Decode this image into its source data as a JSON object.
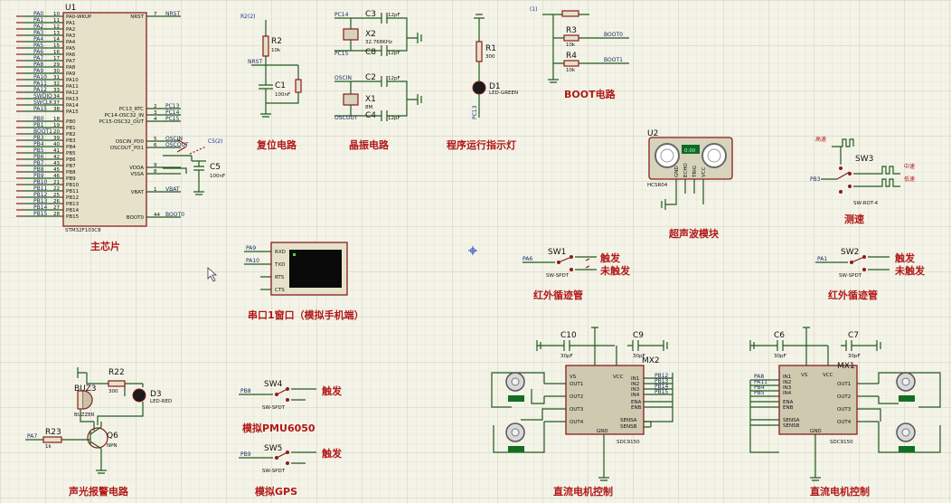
{
  "u1": {
    "ref": "U1",
    "part": "STM32F103C8",
    "left_pins": [
      {
        "name": "PA0-WKUP",
        "num": "10",
        "net": "PA0"
      },
      {
        "name": "PA1",
        "num": "11",
        "net": "PA1"
      },
      {
        "name": "PA2",
        "num": "12",
        "net": "PA2"
      },
      {
        "name": "PA3",
        "num": "13",
        "net": "PA3"
      },
      {
        "name": "PA4",
        "num": "14",
        "net": "PA4"
      },
      {
        "name": "PA5",
        "num": "15",
        "net": "PA5"
      },
      {
        "name": "PA6",
        "num": "16",
        "net": "PA6"
      },
      {
        "name": "PA7",
        "num": "17",
        "net": "PA7"
      },
      {
        "name": "PA8",
        "num": "29",
        "net": "PA8"
      },
      {
        "name": "PA9",
        "num": "30",
        "net": "PA9"
      },
      {
        "name": "PA10",
        "num": "31",
        "net": "PA10"
      },
      {
        "name": "PA11",
        "num": "32",
        "net": "PA11"
      },
      {
        "name": "PA12",
        "num": "33",
        "net": "PA12"
      },
      {
        "name": "PA13",
        "num": "34",
        "net": "SWDIO"
      },
      {
        "name": "PA14",
        "num": "37",
        "net": "SWCLK"
      },
      {
        "name": "PA15",
        "num": "38",
        "net": "PA15"
      },
      {
        "name": "PB0",
        "num": "18",
        "net": "PB0"
      },
      {
        "name": "PB1",
        "num": "19",
        "net": "PB1"
      },
      {
        "name": "PB2",
        "num": "20",
        "net": "BOOT1"
      },
      {
        "name": "PB3",
        "num": "39",
        "net": "PB3"
      },
      {
        "name": "PB4",
        "num": "40",
        "net": "PB4"
      },
      {
        "name": "PB5",
        "num": "41",
        "net": "PB5"
      },
      {
        "name": "PB6",
        "num": "42",
        "net": "PB6"
      },
      {
        "name": "PB7",
        "num": "43",
        "net": "PB7"
      },
      {
        "name": "PB8",
        "num": "45",
        "net": "PB8"
      },
      {
        "name": "PB9",
        "num": "46",
        "net": "PB9"
      },
      {
        "name": "PB10",
        "num": "21",
        "net": "PB10"
      },
      {
        "name": "PB11",
        "num": "22",
        "net": "PB11"
      },
      {
        "name": "PB12",
        "num": "25",
        "net": "PB12"
      },
      {
        "name": "PB13",
        "num": "26",
        "net": "PB13"
      },
      {
        "name": "PB14",
        "num": "27",
        "net": "PB14"
      },
      {
        "name": "PB15",
        "num": "28",
        "net": "PB15"
      }
    ],
    "right_pins": [
      {
        "name": "NRST",
        "num": "7",
        "net": "NRST"
      },
      {
        "name": "PC13_RTC",
        "num": "2",
        "net": "PC13"
      },
      {
        "name": "PC14-OSC32_IN",
        "num": "3",
        "net": "PC14"
      },
      {
        "name": "PC15-OSC32_OUT",
        "num": "4",
        "net": "PC15"
      },
      {
        "name": "OSCIN_PD0",
        "num": "5",
        "net": "OSCIN"
      },
      {
        "name": "OSCOUT_PD1",
        "num": "6",
        "net": "OSCOUT"
      },
      {
        "name": "VDDA",
        "num": "9",
        "net": ""
      },
      {
        "name": "VSSA",
        "num": "8",
        "net": ""
      },
      {
        "name": "VBAT",
        "num": "1",
        "net": "VBAT"
      },
      {
        "name": "BOOT0",
        "num": "44",
        "net": "BOOT0"
      }
    ],
    "c5_ref": "C5",
    "c5_val": "100nF",
    "c5_tag": "C5(2)"
  },
  "reset": {
    "tag": "R2(2)",
    "r_ref": "R2",
    "r_val": "10k",
    "net": "NRST",
    "c_ref": "C1",
    "c_val": "100nF"
  },
  "crystal": {
    "c3": "C3",
    "c3_val": "12pF",
    "c8": "C8",
    "c8_val": "12pF",
    "x2": "X2",
    "x2_val": "32.768KHz",
    "c2": "C2",
    "c2_val": "12pF",
    "c4": "C4",
    "c4_val": "12pF",
    "x1": "X1",
    "x1_val": "8M",
    "pc14": "PC14",
    "pc15": "PC15",
    "oscin": "OSCIN",
    "oscout": "OSCOUT"
  },
  "led_run": {
    "r_ref": "R1",
    "r_val": "300",
    "d_ref": "D1",
    "d_val": "LED-GREEN",
    "net": "PC13"
  },
  "boot": {
    "tag": "(1)",
    "r3": "R3",
    "r3_val": "10k",
    "r4": "R4",
    "r4_val": "10k",
    "net0": "BOOT0",
    "net1": "BOOT1"
  },
  "sonar": {
    "ref": "U2",
    "part": "HCSR04",
    "display": "0.00",
    "pins": [
      "GND",
      "ECHO",
      "TRIG",
      "VCC"
    ]
  },
  "speed": {
    "ref": "SW3",
    "part": "SW-ROT-4",
    "net": "PB3",
    "labels": [
      "高速",
      "中速",
      "低速"
    ]
  },
  "ir1": {
    "ref": "SW1",
    "part": "SW-SPDT",
    "net": "PA6",
    "on": "触发",
    "off": "未触发"
  },
  "ir2": {
    "ref": "SW2",
    "part": "SW-SPDT",
    "net": "PA1",
    "on": "触发",
    "off": "未触发"
  },
  "uart": {
    "pins": [
      "RXD",
      "TXD",
      "RTS",
      "CTS"
    ],
    "net_rx": "PA9",
    "net_tx": "PA10"
  },
  "buzzer": {
    "bz": "BUZ3",
    "bz_part": "BUZZER",
    "r22": "R22",
    "r22_val": "300",
    "d3": "D3",
    "d3_val": "LED-RED",
    "r23": "R23",
    "r23_val": "1k",
    "q6": "Q6",
    "q6_part": "NPN",
    "net": "PA7"
  },
  "pmu": {
    "ref": "SW4",
    "part": "SW-SPDT",
    "net": "PB8",
    "on": "触发"
  },
  "gps": {
    "ref": "SW5",
    "part": "SW-SPDT",
    "net": "PB9",
    "on": "触发"
  },
  "mx2": {
    "ref": "MX2",
    "part": "SDC9150",
    "c10": "C10",
    "c10_val": "30pF",
    "c9": "C9",
    "c9_val": "30pF",
    "nets": [
      "PB12",
      "PB13",
      "PB14",
      "PB15"
    ],
    "pin_left": [
      "VS",
      "OUT1",
      "OUT2",
      "OUT3",
      "OUT4",
      "GND"
    ],
    "pin_right": [
      "VCC",
      "IN1",
      "IN2",
      "IN3",
      "IN4",
      "ENA",
      "ENB",
      "SENSA",
      "SENSB"
    ]
  },
  "mx1": {
    "ref": "MX1",
    "part": "SDC9150",
    "c6": "C6",
    "c6_val": "30pF",
    "c7": "C7",
    "c7_val": "30pF",
    "nets": [
      "PA8",
      "PA11",
      "PB4",
      "PB5"
    ],
    "pin_left": [
      "IN1",
      "IN2",
      "IN3",
      "IN4",
      "ENA",
      "ENB",
      "SENSA",
      "SENSB"
    ],
    "pin_right": [
      "VS",
      "VCC",
      "OUT1",
      "OUT2",
      "OUT3",
      "OUT4",
      "GND"
    ]
  },
  "titles": {
    "main": "主芯片",
    "reset": "复位电路",
    "crystal": "晶振电路",
    "led": "程序运行指示灯",
    "boot": "BOOT电路",
    "sonar": "超声波模块",
    "speed": "测速",
    "ir1": "红外循迹管",
    "ir2": "红外循迹管",
    "uart": "串口1窗口（模拟手机端）",
    "buzzer": "声光报警电路",
    "pmu": "模拟PMU6050",
    "gps": "模拟GPS",
    "motor1": "直流电机控制",
    "motor2": "直流电机控制"
  }
}
